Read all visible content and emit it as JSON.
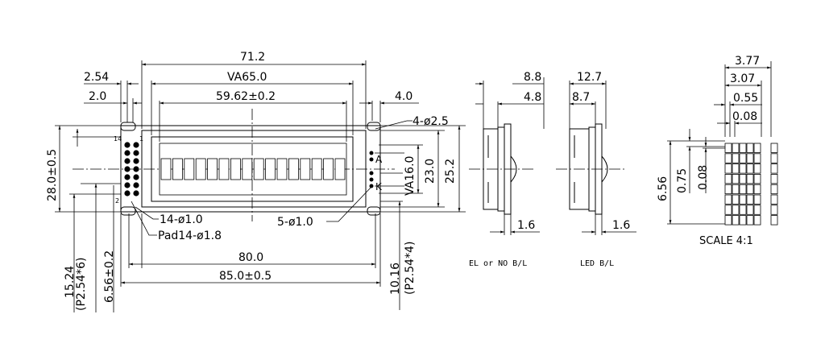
{
  "front_view": {
    "overall_width": "71.2",
    "viewing_area": "VA65.0",
    "active_area": "59.62±0.2",
    "pin_offset_outer": "2.54",
    "pin_offset_inner": "2.0",
    "right_offset": "4.0",
    "mount_holes": "4-ø2.5",
    "outline_height": "28.0±0.5",
    "pad_top": "A",
    "pad_bottom": "K",
    "va_height": "VA16.0",
    "window_height": "23.0",
    "module_height": "25.2",
    "pin_label_14": "14",
    "pin_label_1": "1",
    "pin_label_2": "2",
    "pin_holes": "14-ø1.0",
    "pad_holes": "Pad14-ø1.8",
    "side_holes": "5-ø1.0",
    "pcb_width": "80.0",
    "bezel_width": "85.0±0.5",
    "pin_span": "15.24",
    "pin_pitch": "(P2.54*6)",
    "pin_row_offset": "6.56±0.2",
    "right_pin_span": "10.16",
    "right_pin_pitch": "(P2.54*4)"
  },
  "side_el": {
    "total_thickness": "8.8",
    "lcd_thickness": "4.8",
    "pcb_thickness": "1.6",
    "caption": "EL or NO B/L"
  },
  "side_led": {
    "total_thickness": "12.7",
    "lcd_thickness": "8.7",
    "pcb_thickness": "1.6",
    "caption": "LED B/L"
  },
  "char_detail": {
    "char_width": "3.77",
    "dots_width": "3.07",
    "dot_width": "0.55",
    "dot_gap": "0.08",
    "char_height": "6.56",
    "dot_height": "0.75",
    "dot_vgap": "0.08",
    "scale": "SCALE 4:1"
  }
}
